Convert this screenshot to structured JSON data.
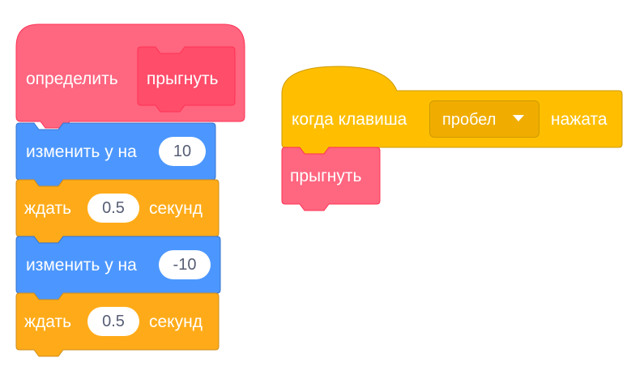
{
  "colors": {
    "my_blocks": "#ff6680",
    "motion": "#4c97ff",
    "control": "#ffab19",
    "events": "#ffbf00"
  },
  "left_script": {
    "define_label": "определить",
    "define_name": "прыгнуть",
    "change_y_1": {
      "label": "изменить у на",
      "value": "10"
    },
    "wait_1": {
      "label": "ждать",
      "value": "0.5",
      "suffix": "секунд"
    },
    "change_y_2": {
      "label": "изменить у на",
      "value": "-10"
    },
    "wait_2": {
      "label": "ждать",
      "value": "0.5",
      "suffix": "секунд"
    }
  },
  "right_script": {
    "when_key": {
      "label": "когда клавиша",
      "key": "пробел",
      "suffix": "нажата"
    },
    "call_block": "прыгнуть"
  },
  "icons": [
    "dropdown-arrow-icon"
  ]
}
